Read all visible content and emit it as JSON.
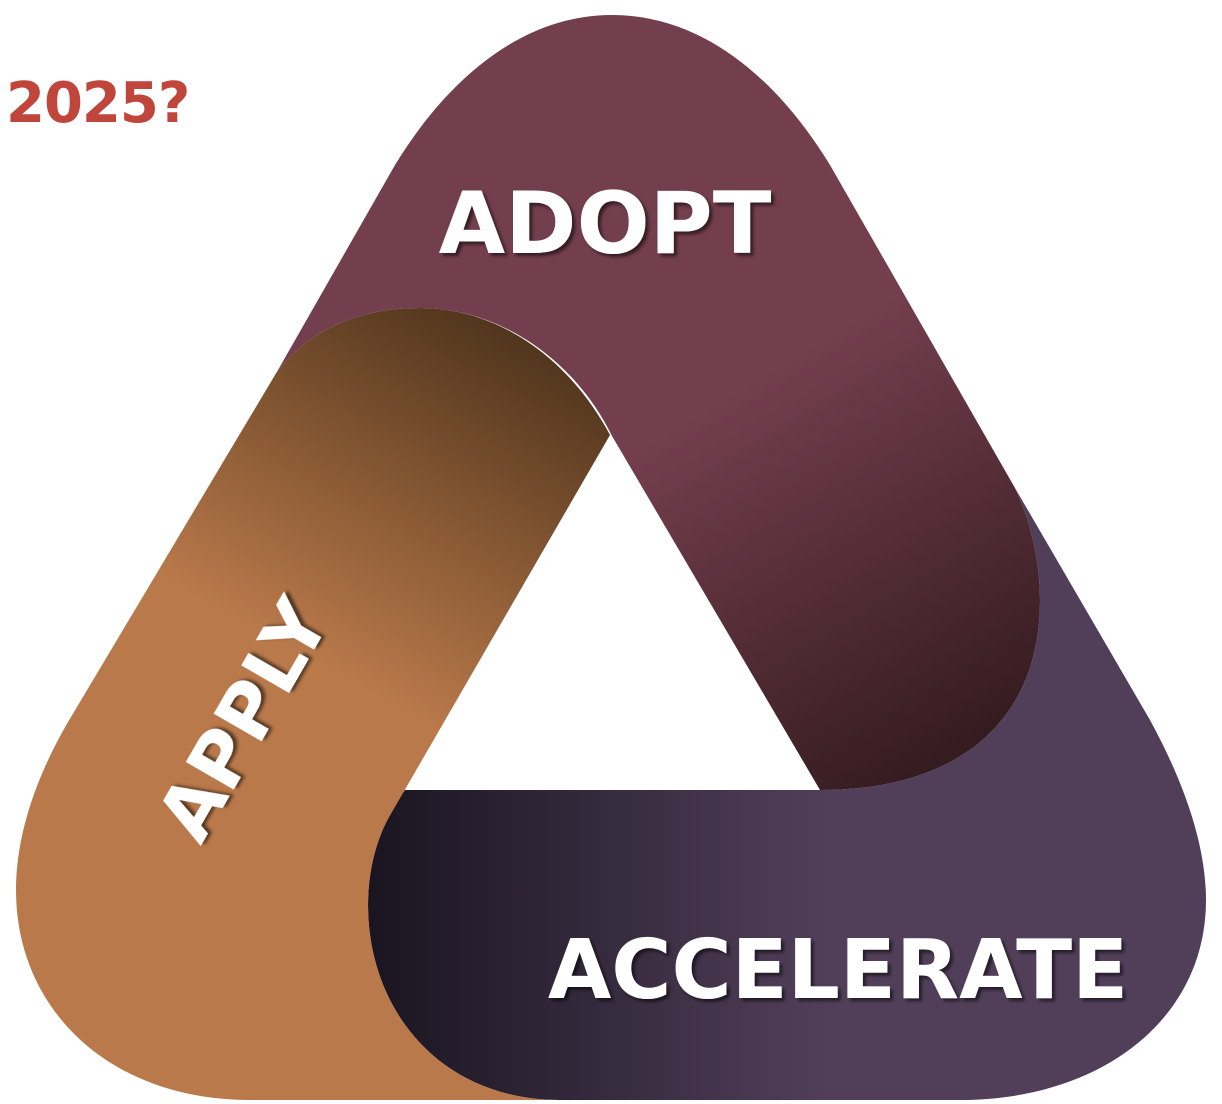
{
  "header": {
    "year_question": "2025?"
  },
  "segments": {
    "adopt": {
      "label": "ADOPT"
    },
    "apply": {
      "label": "APPLY"
    },
    "accelerate": {
      "label": "ACCELERATE"
    }
  },
  "colors": {
    "year_text": "#c0453a",
    "label_text": "#ffffff",
    "adopt_light": "#733e4d",
    "adopt_dark": "#2c1719",
    "apply_light": "#b9794a",
    "apply_dark": "#4f341c",
    "accelerate_light": "#513f5a",
    "accelerate_dark": "#1a1520"
  }
}
